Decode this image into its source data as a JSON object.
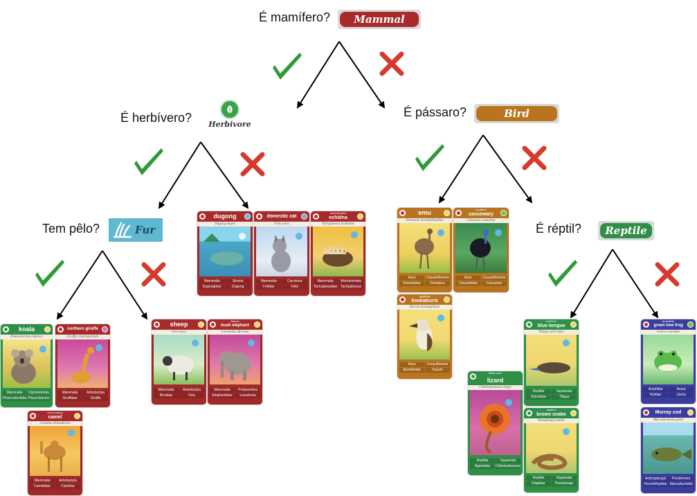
{
  "questions": {
    "mammal": "É mamífero?",
    "herbivore": "É herbívero?",
    "bird": "É pássaro?",
    "fur": "Tem pêlo?",
    "reptile": "É réptil?"
  },
  "badges": {
    "mammal": "Mammal",
    "herbivore": "Herbivore",
    "bird": "Bird",
    "fur": "Fur",
    "reptile": "Reptile"
  },
  "colors": {
    "mammal_red": "#a82b2b",
    "bird_orange": "#b8741f",
    "reptile_green": "#2f8f46",
    "fish_navy": "#3b3d9c",
    "check_green": "#2f9a3a",
    "cross_red": "#d63a2c",
    "fur_teal": "#5fb8cf"
  },
  "cards": {
    "koala": {
      "pre": "",
      "name": "koala",
      "sci": "Phascolarctos cinereus",
      "tax": [
        "Mammalia",
        "Diprotodontia",
        "Phascolarctidae",
        "Phascolarctos"
      ]
    },
    "giraffe": {
      "pre": "",
      "name": "northern giraffe",
      "sci": "Giraffa camelopardalis",
      "tax": [
        "Mammalia",
        "Artiodactyla",
        "Giraffidae",
        "Giraffa"
      ]
    },
    "camel": {
      "pre": "one-humped",
      "name": "camel",
      "sci": "Camelus dromedarius",
      "tax": [
        "Mammalia",
        "Artiodactyla",
        "Camelidae",
        "Camelus"
      ]
    },
    "sheep": {
      "pre": "",
      "name": "sheep",
      "sci": "Ovis aries",
      "tax": [
        "Mammalia",
        "Artiodactyla",
        "Bovidae",
        "Ovis"
      ]
    },
    "elephant": {
      "pre": "African",
      "name": "bush elephant",
      "sci": "Loxodonta africana",
      "tax": [
        "Mammalia",
        "Proboscidea",
        "Elephantidae",
        "Loxodonta"
      ]
    },
    "dugong": {
      "pre": "",
      "name": "dugong",
      "sci": "Dugong dugon",
      "tax": [
        "Mammalia",
        "Sirenia",
        "Dugongidae",
        "Dugong"
      ]
    },
    "cat": {
      "pre": "",
      "name": "domestic cat",
      "sci": "Felis catus",
      "tax": [
        "Mammalia",
        "Carnivora",
        "Felidae",
        "Felis"
      ]
    },
    "echidna": {
      "pre": "short-beaked",
      "name": "echidna",
      "sci": "Tachyglossus aculeatus",
      "tax": [
        "Mammalia",
        "Monotremata",
        "Tachyglossidae",
        "Tachyglossus"
      ]
    },
    "emu": {
      "pre": "",
      "name": "emu",
      "sci": "Dromaius novaehollandiae",
      "tax": [
        "Aves",
        "Casuariiformes",
        "Dromaiidae",
        "Dromaius"
      ]
    },
    "cassowary": {
      "pre": "southern",
      "name": "cassowary",
      "sci": "Casuarius casuarius",
      "tax": [
        "Aves",
        "Casuariiformes",
        "Casuariidae",
        "Casuarius"
      ]
    },
    "kookaburra": {
      "pre": "laughing",
      "name": "kookaburra",
      "sci": "Dacelo novaeguineae",
      "tax": [
        "Aves",
        "Coraciiformes",
        "Alcedinidae",
        "Dacelo"
      ]
    },
    "lizard": {
      "pre": "frilled-neck",
      "name": "lizard",
      "sci": "Chlamydosaurus kingii",
      "tax": [
        "Reptilia",
        "Squamata",
        "Agamidae",
        "Chlamydosaurus"
      ]
    },
    "bluetongue": {
      "pre": "southern",
      "name": "blue-tongue",
      "sci": "Tiliqua scincoides",
      "tax": [
        "Reptilia",
        "Squamata",
        "Scincidae",
        "Tiliqua"
      ]
    },
    "brownsnake": {
      "pre": "eastern",
      "name": "brown snake",
      "sci": "Pseudonaja textilis",
      "tax": [
        "Reptilia",
        "Squamata",
        "Elapidae",
        "Pseudonaja"
      ]
    },
    "treefrog": {
      "pre": "Australian",
      "name": "green tree frog",
      "sci": "Litoria caerulea",
      "tax": [
        "Amphibia",
        "Anura",
        "Hylidae",
        "Litoria"
      ]
    },
    "murraycod": {
      "pre": "",
      "name": "Murray cod",
      "sci": "Maccullochella peelii",
      "tax": [
        "Actinopterygii",
        "Perciformes",
        "Percichthyidae",
        "Maccullochella"
      ]
    }
  }
}
